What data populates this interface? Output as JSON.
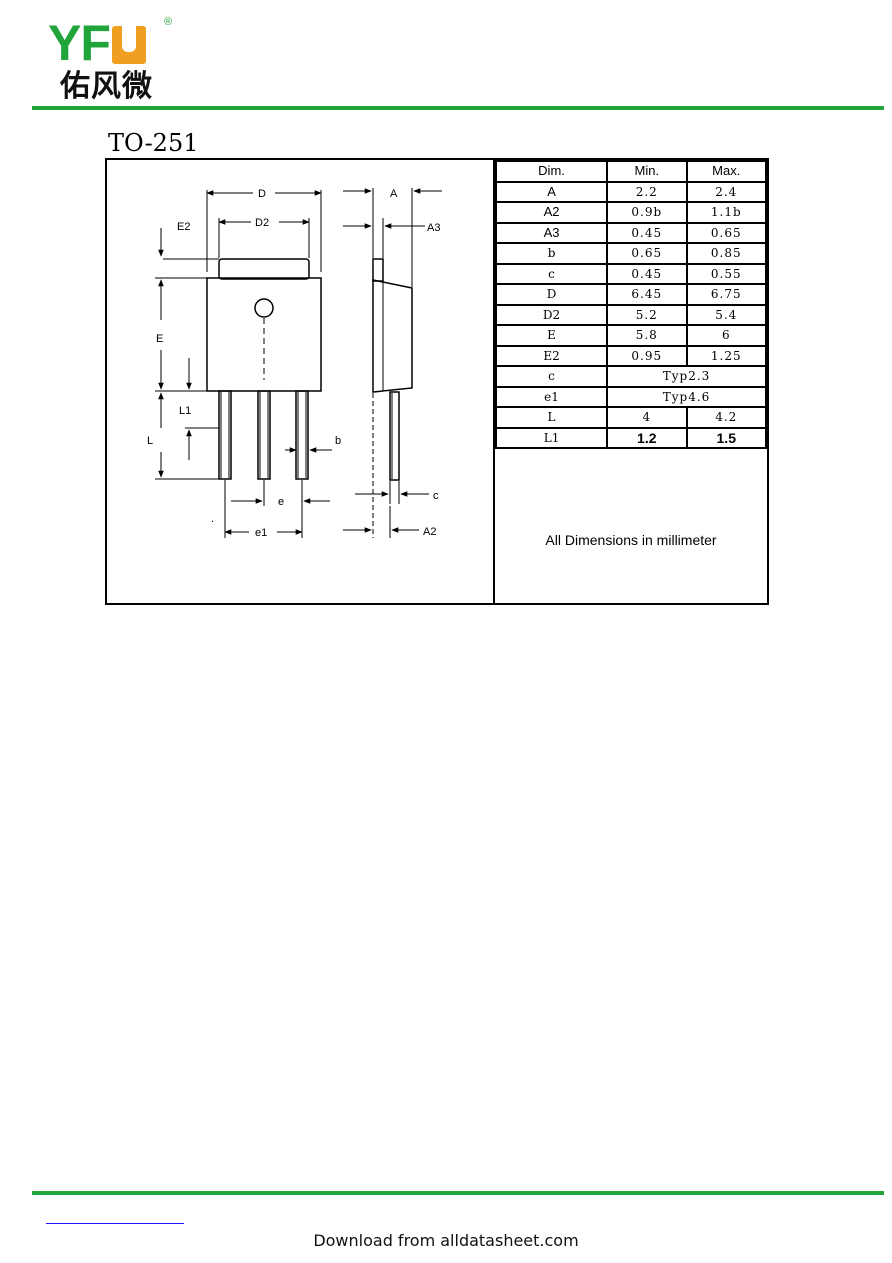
{
  "header": {
    "logo_latin": "YF",
    "logo_reg": "®",
    "logo_cjk": "佑风微",
    "brand_green": "#21a53a",
    "brand_orange": "#f0a020"
  },
  "package_title": "TO-251",
  "drawing_labels": {
    "D": "D",
    "D2": "D2",
    "E2": "E2",
    "E": "E",
    "L1": "L1",
    "L": "L",
    "b": "b",
    "e": "e",
    "e1": "e1",
    "A": "A",
    "A3": "A3",
    "c": "c",
    "A2": "A2"
  },
  "table": {
    "headers": [
      "Dim.",
      "Min.",
      "Max."
    ],
    "rows": [
      {
        "dim": "A",
        "min": "2.2",
        "max": "2.4"
      },
      {
        "dim": "A2",
        "min": "0.9b",
        "max": "1.1b"
      },
      {
        "dim": "A3",
        "min": "0.45",
        "max": "0.65"
      },
      {
        "dim": "b",
        "min": "0.65",
        "max": "0.85"
      },
      {
        "dim": "c",
        "min": "0.45",
        "max": "0.55"
      },
      {
        "dim": "D",
        "min": "6.45",
        "max": "6.75"
      },
      {
        "dim": "D2",
        "min": "5.2",
        "max": "5.4"
      },
      {
        "dim": "E",
        "min": "5.8",
        "max": "6"
      },
      {
        "dim": "E2",
        "min": "0.95",
        "max": "1.25"
      },
      {
        "dim": "c",
        "span": "Typ2.3"
      },
      {
        "dim": "e1",
        "span": "Typ4.6"
      },
      {
        "dim": "L",
        "min": "4",
        "max": "4.2"
      },
      {
        "dim": "L1",
        "min": "1.2",
        "max": "1.5"
      }
    ],
    "note": "All Dimensions in millimeter"
  },
  "footer": {
    "download_note": "Download from alldatasheet.com",
    "link_color": "#1a1aff"
  }
}
